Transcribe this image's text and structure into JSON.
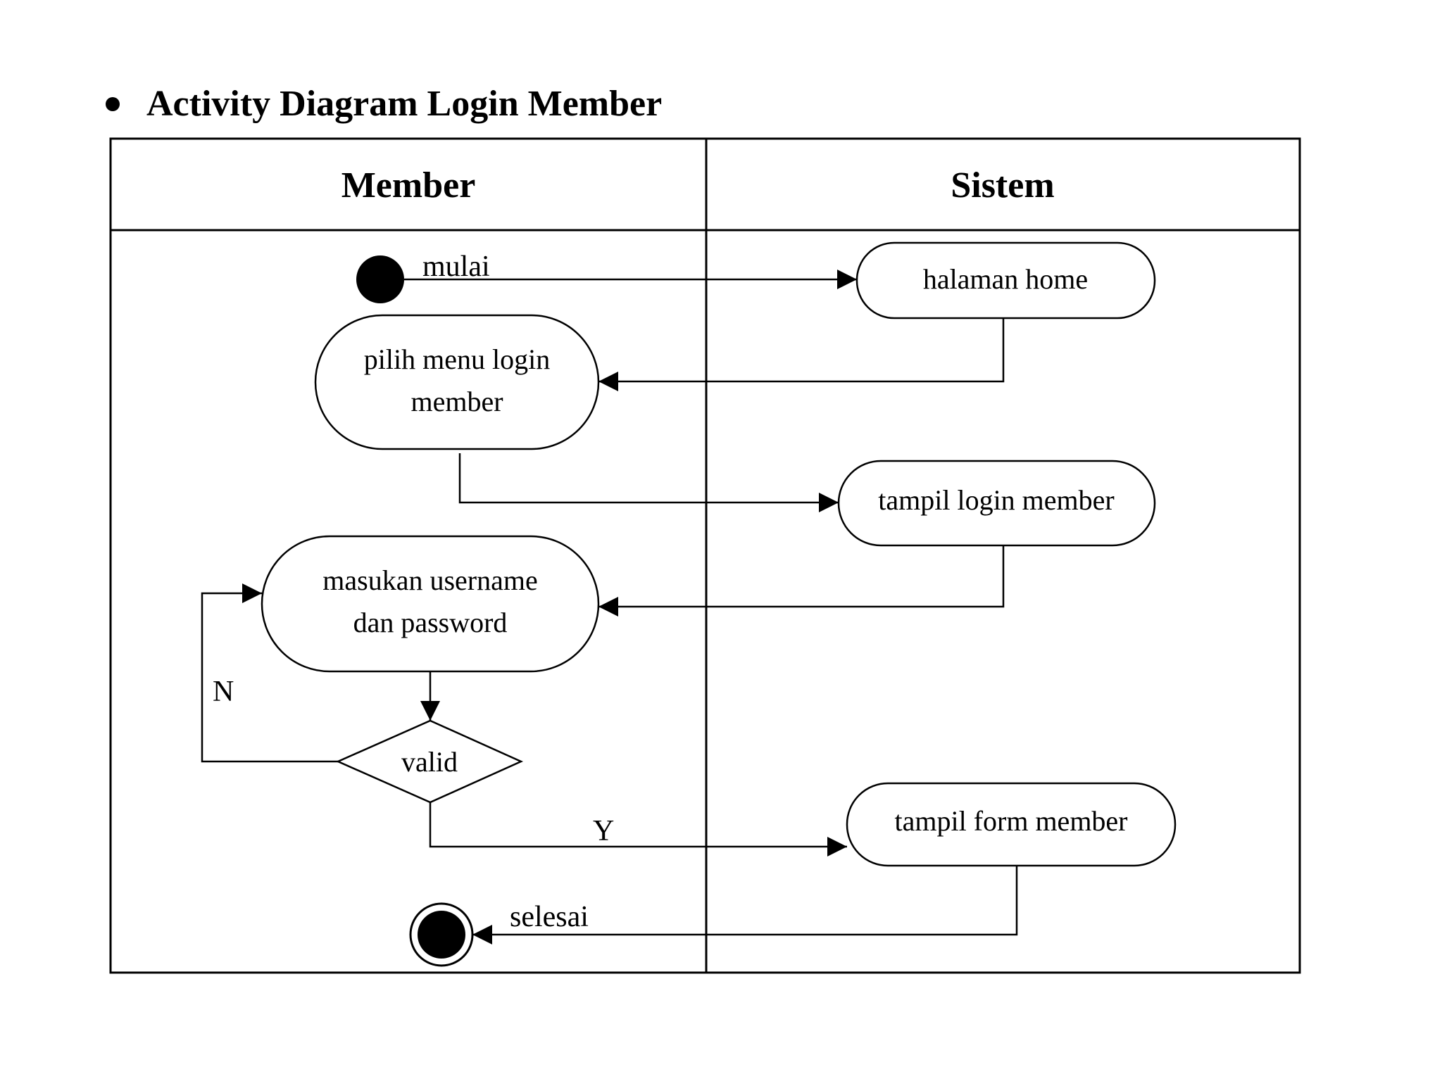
{
  "title": "Activity Diagram Login Member",
  "lanes": {
    "left": "Member",
    "right": "Sistem"
  },
  "nodes": {
    "start_label": "mulai",
    "halaman_home": "halaman home",
    "pilih_menu_line1": "pilih menu login",
    "pilih_menu_line2": "member",
    "tampil_login": "tampil login member",
    "masukan_line1": "masukan username",
    "masukan_line2": "dan password",
    "decision": "valid",
    "tampil_form": "tampil form member",
    "end_label": "selesai"
  },
  "guards": {
    "no": "N",
    "yes": "Y"
  }
}
